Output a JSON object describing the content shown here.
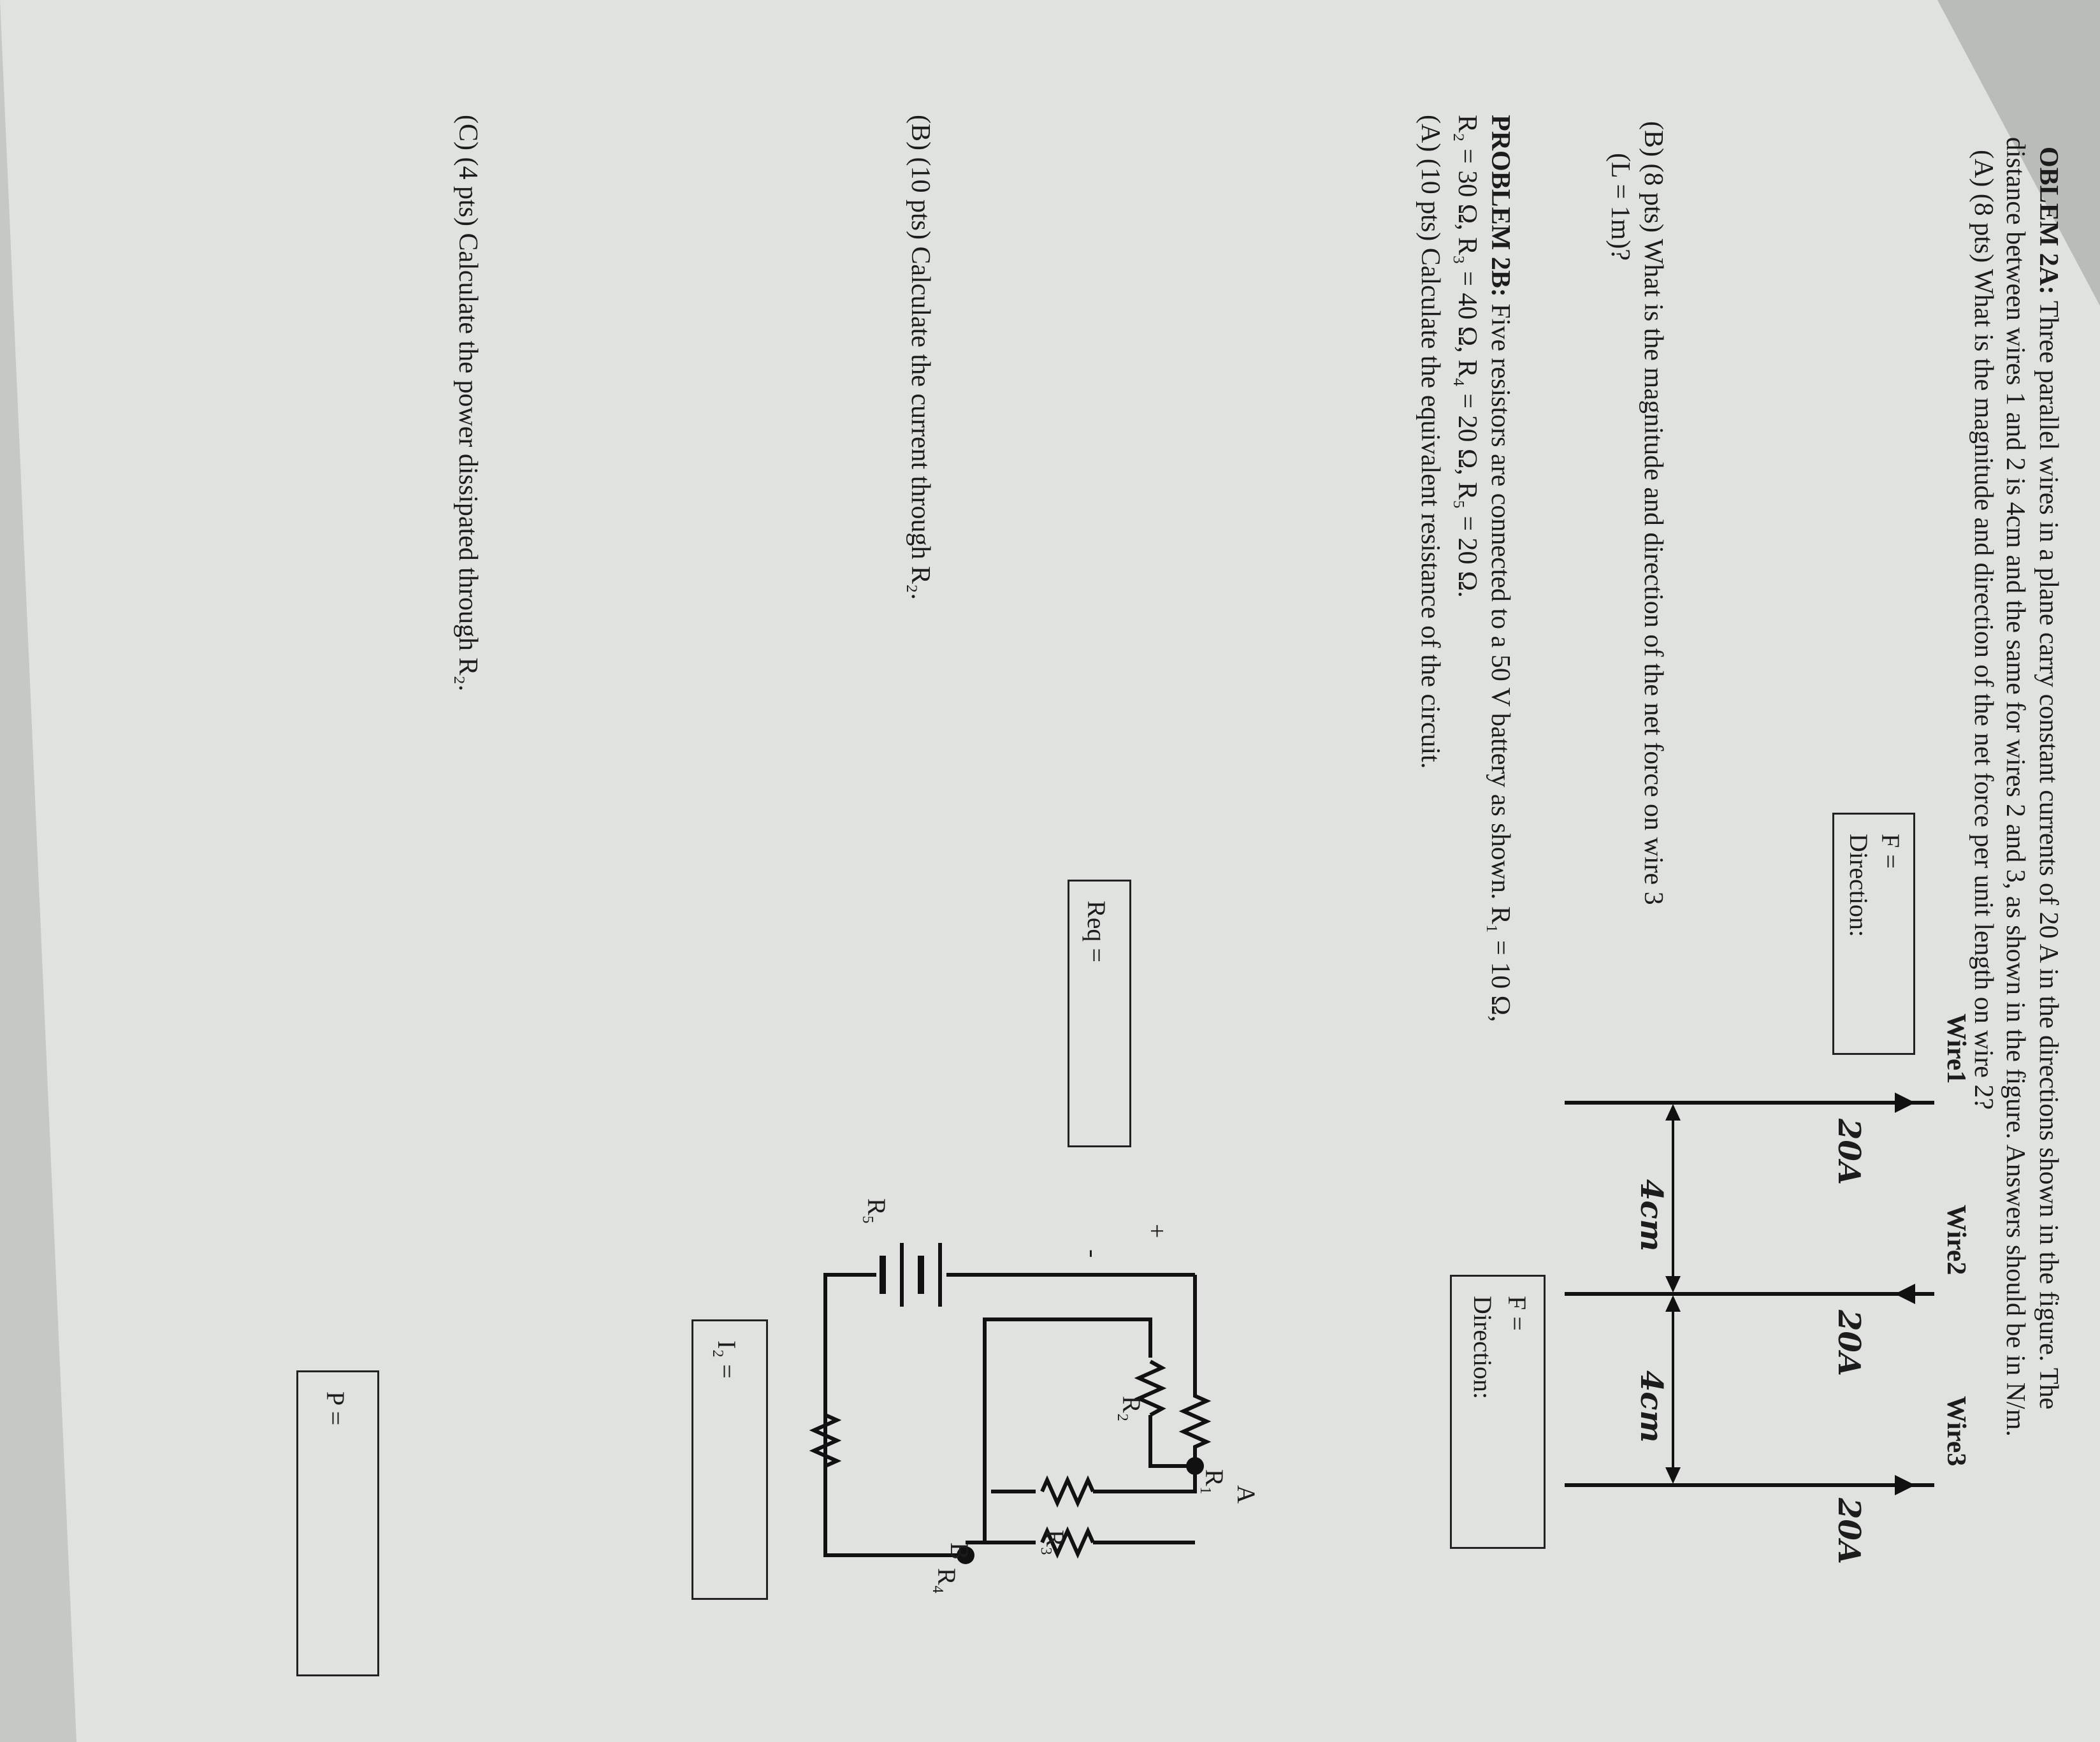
{
  "problem2a": {
    "title": "OBLEM 2A:",
    "line1": "Three parallel wires in a plane carry constant currents of 20 A in the directions shown in the figure. The",
    "line2": "distance between wires 1 and 2 is 4cm and the same for wires 2 and 3, as shown in the figure. Answers should be in N/m.",
    "partA": "(A) (8 pts) What is the magnitude and direction of the net force per unit length on wire 2?",
    "partB_line1": "(B) (8 pts) What is the magnitude and direction of the net force on wire 3",
    "partB_line2": "(L = 1m)?",
    "answerA": {
      "f_label": "F =",
      "dir_label": "Direction:"
    },
    "answerB": {
      "f_label": "F =",
      "dir_label": "Direction:"
    }
  },
  "wires_figure": {
    "wire_labels": [
      "Wire1",
      "Wire2",
      "Wire3"
    ],
    "currents": [
      "20A",
      "20A",
      "20A"
    ],
    "current_directions": [
      "up",
      "down",
      "up"
    ],
    "spacings": [
      "4cm",
      "4cm"
    ]
  },
  "problem2b": {
    "title": "PROBLEM 2B:",
    "line1": "Five resistors are connected to a 50 V battery as shown. R₁ = 10 Ω,",
    "line2": "R₂ = 30 Ω, R₃ = 40 Ω, R₄ = 20 Ω, R₅ = 20 Ω.",
    "partA": "(A) (10 pts) Calculate the equivalent resistance of the circuit.",
    "partB": "(B) (10 pts) Calculate the current through R₂.",
    "partC": "(C) (4 pts) Calculate the power dissipated through R₂.",
    "req_label": "Req =",
    "i2_label": "I₂ =",
    "p_label": "P ="
  },
  "circuit": {
    "resistors": [
      "R₁",
      "R₂",
      "R₃",
      "R₄",
      "R₅"
    ],
    "nodes": [
      "A",
      "B"
    ],
    "battery_plus": "+",
    "battery_minus": "-"
  }
}
